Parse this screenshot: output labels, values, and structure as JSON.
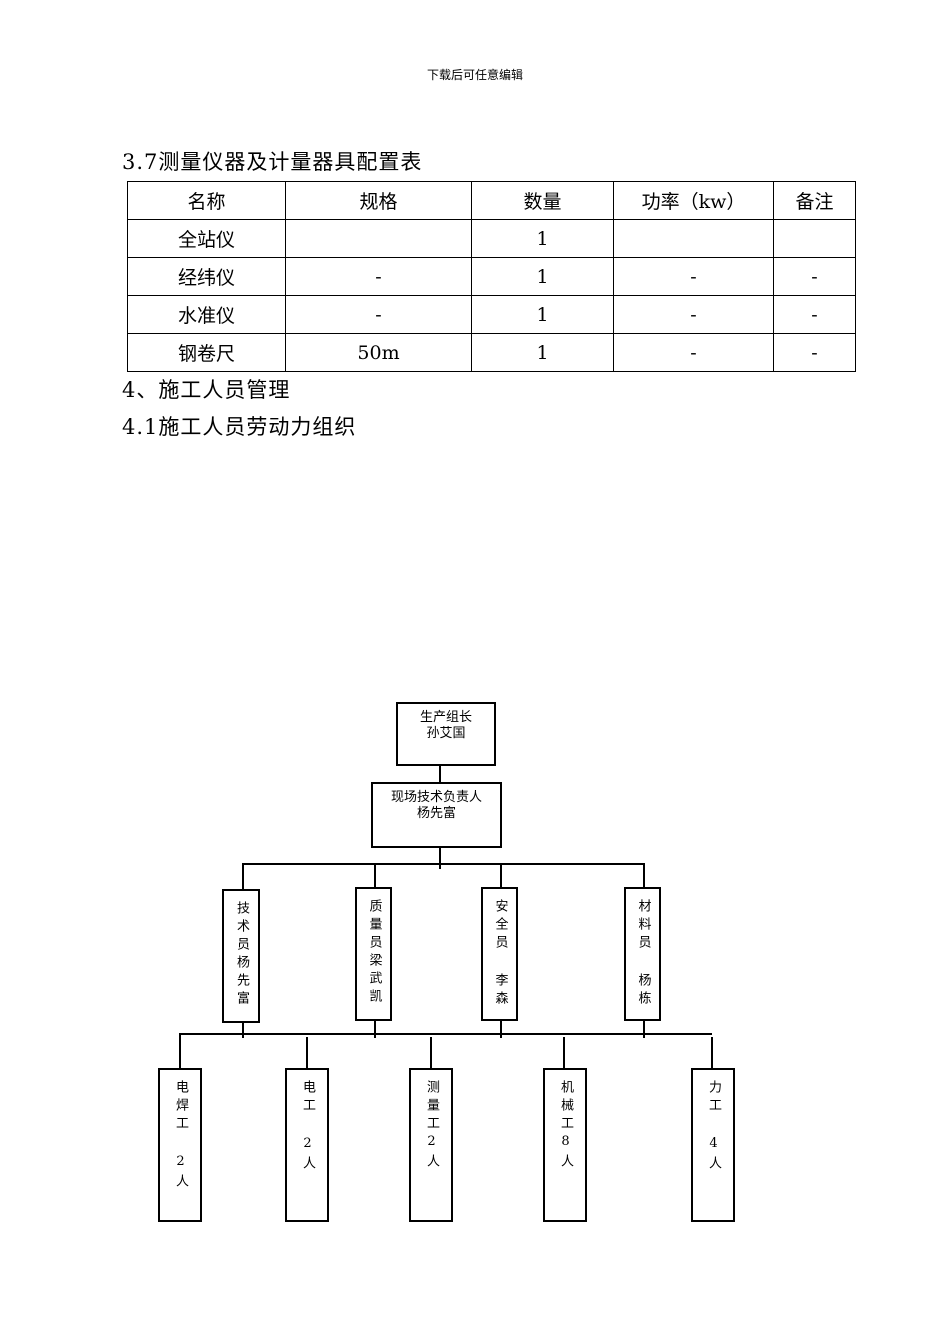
{
  "header_note": "下载后可任意编辑",
  "section_37_title": "3.7测量仪器及计量器具配置表",
  "table": {
    "headers": [
      "名称",
      "规格",
      "数量",
      "功率（kw）",
      "备注"
    ],
    "rows": [
      [
        "全站仪",
        "",
        "1",
        "",
        ""
      ],
      [
        "经纬仪",
        "-",
        "1",
        "-",
        "-"
      ],
      [
        "水准仪",
        "-",
        "1",
        "-",
        "-"
      ],
      [
        "钢卷尺",
        "50m",
        "1",
        "-",
        "-"
      ]
    ]
  },
  "section_4_title": "4、施工人员管理",
  "section_41_title": "4.1施工人员劳动力组织",
  "org_chart": {
    "leader": {
      "title": "生产组长",
      "name": "孙艾国"
    },
    "tech_lead": {
      "title": "现场技术负责人",
      "name": "杨先富"
    },
    "staff": [
      "技术员杨先富",
      "质量员梁武凯",
      "安全员 李森",
      "材料员 杨栋"
    ],
    "workers": [
      "电焊工 2人",
      "电工 2人",
      "测量工2人",
      "机械工8人",
      "力工 4人"
    ]
  }
}
